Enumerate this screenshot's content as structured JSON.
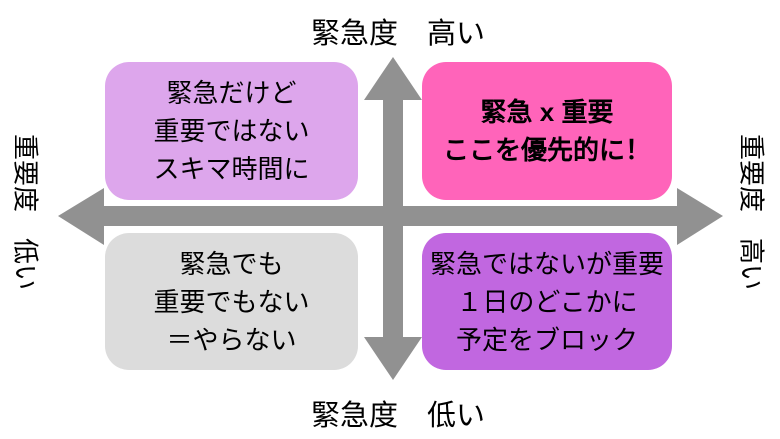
{
  "diagram": {
    "type": "priority-matrix",
    "top_axis_label": "緊急度　高い",
    "bottom_axis_label": "緊急度　低い",
    "left_axis_label": "重要度　低い",
    "right_axis_label": "重要度　高い",
    "colors": {
      "arrow": "#919191",
      "top_left_box": "#dda6ec",
      "top_right_box": "#ff64ba",
      "bottom_left_box": "#dcdcdc",
      "bottom_right_box": "#c167e0",
      "text": "#000000"
    },
    "quadrants": {
      "top_left": {
        "lines": [
          "緊急だけど",
          "重要ではない",
          "スキマ時間に"
        ]
      },
      "top_right": {
        "lines": [
          "緊急 x 重要",
          "ここを優先的に！"
        ],
        "emphasis": "bold"
      },
      "bottom_left": {
        "lines": [
          "緊急でも",
          "重要でもない",
          "＝やらない"
        ]
      },
      "bottom_right": {
        "lines": [
          "緊急ではないが重要",
          "１日のどこかに",
          "予定をブロック"
        ]
      }
    }
  }
}
